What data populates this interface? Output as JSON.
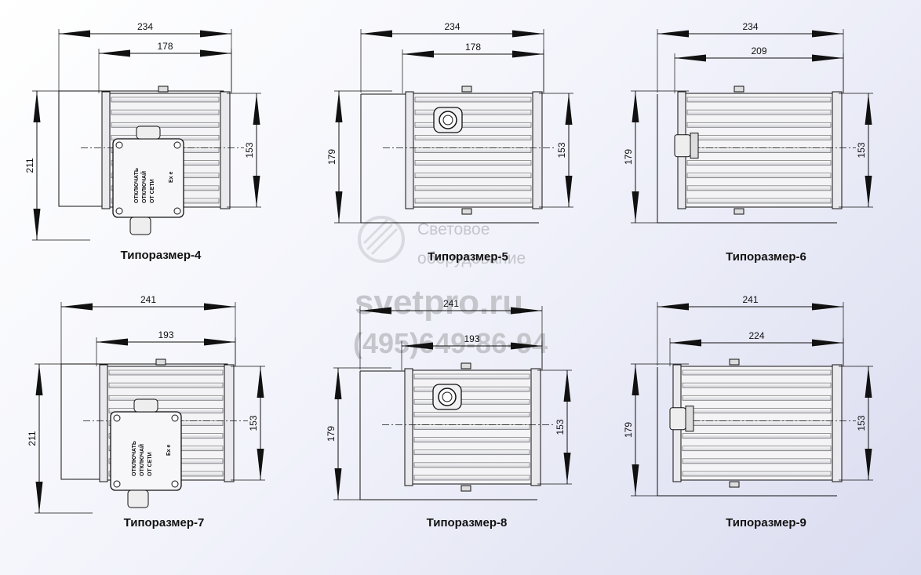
{
  "watermark": {
    "line1": "Световое",
    "line2": "оборудование",
    "site": "svetpro.ru",
    "phone": "(495)649-86-94"
  },
  "drawings": [
    {
      "caption": "Типоразмер-4",
      "width": "234",
      "inner": "178",
      "height_left": "211",
      "height_right": "153",
      "variant": "box"
    },
    {
      "caption": "Типоразмер-5",
      "width": "234",
      "inner": "178",
      "height_left": "179",
      "height_right": "153",
      "variant": "top"
    },
    {
      "caption": "Типоразмер-6",
      "width": "234",
      "inner": "209",
      "height_left": "179",
      "height_right": "153",
      "variant": "side"
    },
    {
      "caption": "Типоразмер-7",
      "width": "241",
      "inner": "193",
      "height_left": "211",
      "height_right": "153",
      "variant": "box"
    },
    {
      "caption": "Типоразмер-8",
      "width": "241",
      "inner": "193",
      "height_left": "179",
      "height_right": "153",
      "variant": "top"
    },
    {
      "caption": "Типоразмер-9",
      "width": "241",
      "inner": "224",
      "height_left": "179",
      "height_right": "153",
      "variant": "side"
    }
  ],
  "junction_box": {
    "line1": "ОТКЛЮЧАТЬ",
    "line2": "ОТКЛЮЧАЙ",
    "line3": "ОТ СЕТИ",
    "mark": "Ex e"
  },
  "colors": {
    "line": "#111111",
    "body": "#f4f4f7",
    "fins": "#d7d8dd",
    "watermark": "#c4c6cc"
  }
}
